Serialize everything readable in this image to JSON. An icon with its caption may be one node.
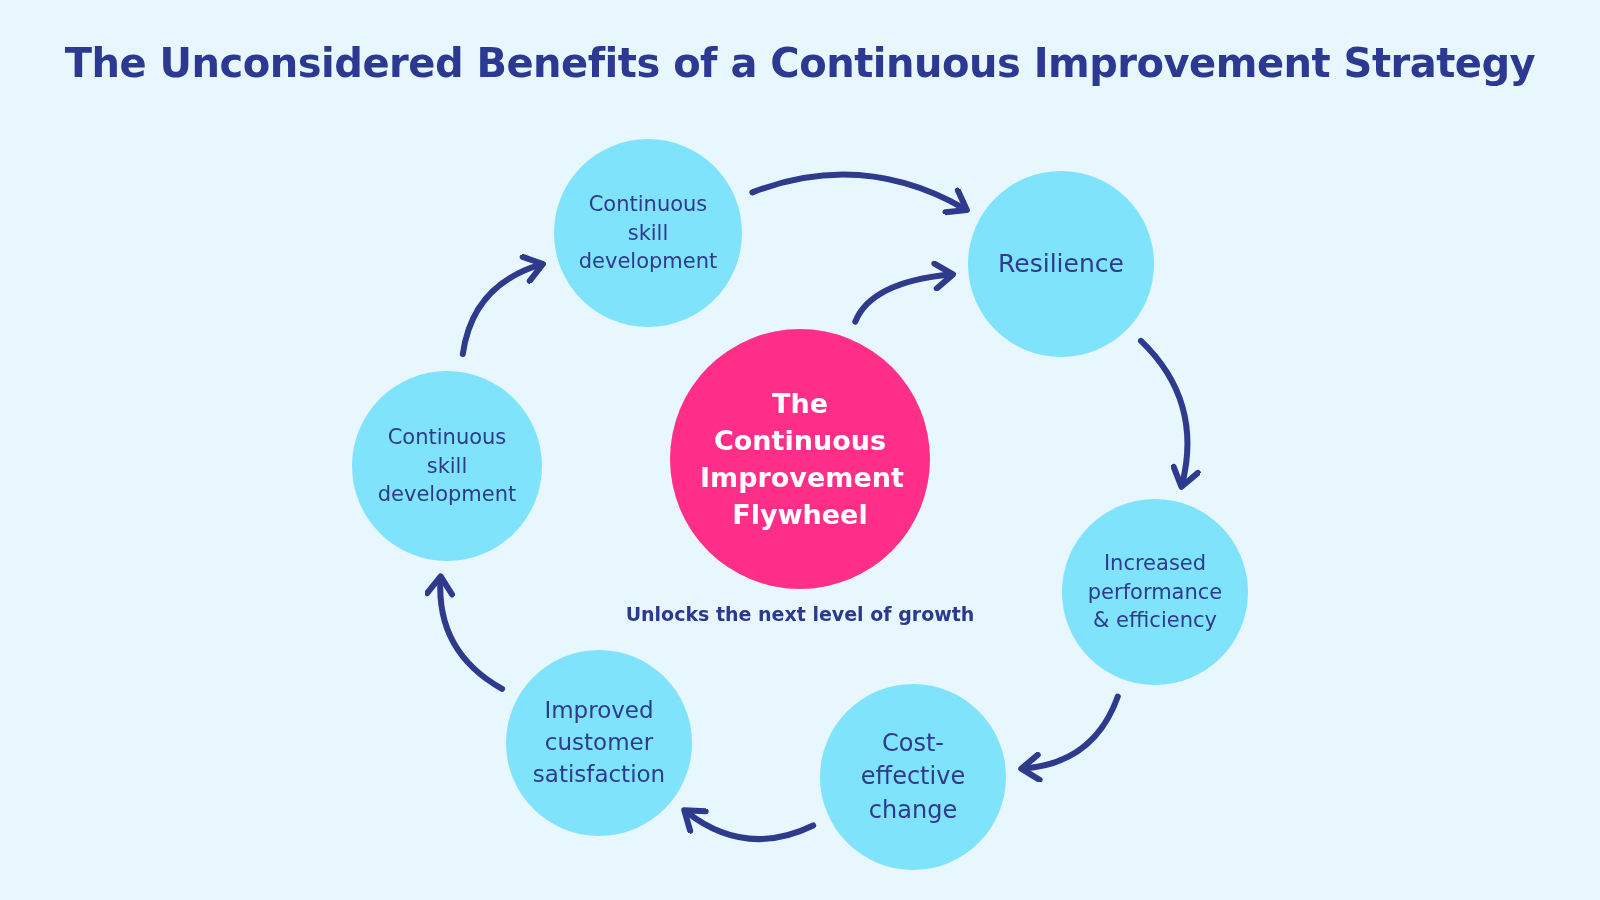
{
  "diagram": {
    "title": "The Unconsidered Benefits of a Continuous Improvement Strategy",
    "nodes": [
      {
        "text": [
          "Continuous skill development"
        ]
      },
      {
        "text": [
          "Resilience"
        ]
      },
      {
        "text": [
          "Increased performance & efficiency"
        ]
      },
      {
        "text": [
          "Cost-effective change"
        ]
      },
      {
        "text": [
          "Improved customer satisfaction"
        ]
      },
      {
        "text": [
          "Continuous skill development"
        ]
      },
      {
        "text": [
          "The Continuous Improvement Flywheel"
        ],
        "beside": [
          "Unlocks the next level of growth"
        ]
      }
    ],
    "edges": [
      {
        "from": 0,
        "to": 1,
        "arrow": "to"
      },
      {
        "from": 6,
        "to": 1,
        "arrow": "to"
      },
      {
        "from": 1,
        "to": 2,
        "arrow": "to"
      },
      {
        "from": 2,
        "to": 3,
        "arrow": "to"
      },
      {
        "from": 3,
        "to": 4,
        "arrow": "to"
      },
      {
        "from": 4,
        "to": 5,
        "arrow": "to"
      },
      {
        "from": 5,
        "to": 0,
        "arrow": "to"
      }
    ]
  }
}
